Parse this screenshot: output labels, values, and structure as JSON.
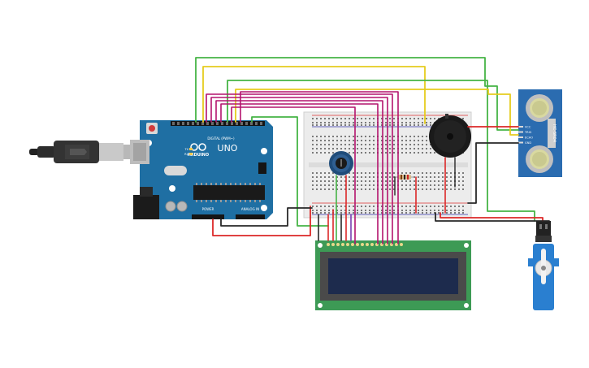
{
  "arduino": {
    "logo_text": "ARDUINO",
    "model_text": "UNO",
    "digital_label": "DIGITAL (PWM~)",
    "power_label": "POWER",
    "analog_label": "ANALOG IN",
    "tx_label": "TX",
    "rx_label": "RX"
  },
  "ultrasonic": {
    "model_text": "HC-SR04",
    "pins": [
      "VCC",
      "TRIG",
      "ECHO",
      "GND"
    ]
  },
  "colors": {
    "wire_green": "#46b446",
    "wire_yellow": "#e6cc1e",
    "wire_magenta": "#b4146e",
    "wire_red": "#dc2828",
    "wire_black": "#282828",
    "wire_purple": "#7a3fb0",
    "arduino_board": "#1f6fa3",
    "lcd_board": "#3d9a55",
    "lcd_screen": "#1d2b4d",
    "servo_body": "#2a7fd0",
    "ultrasonic_board": "#2b6cb0"
  }
}
